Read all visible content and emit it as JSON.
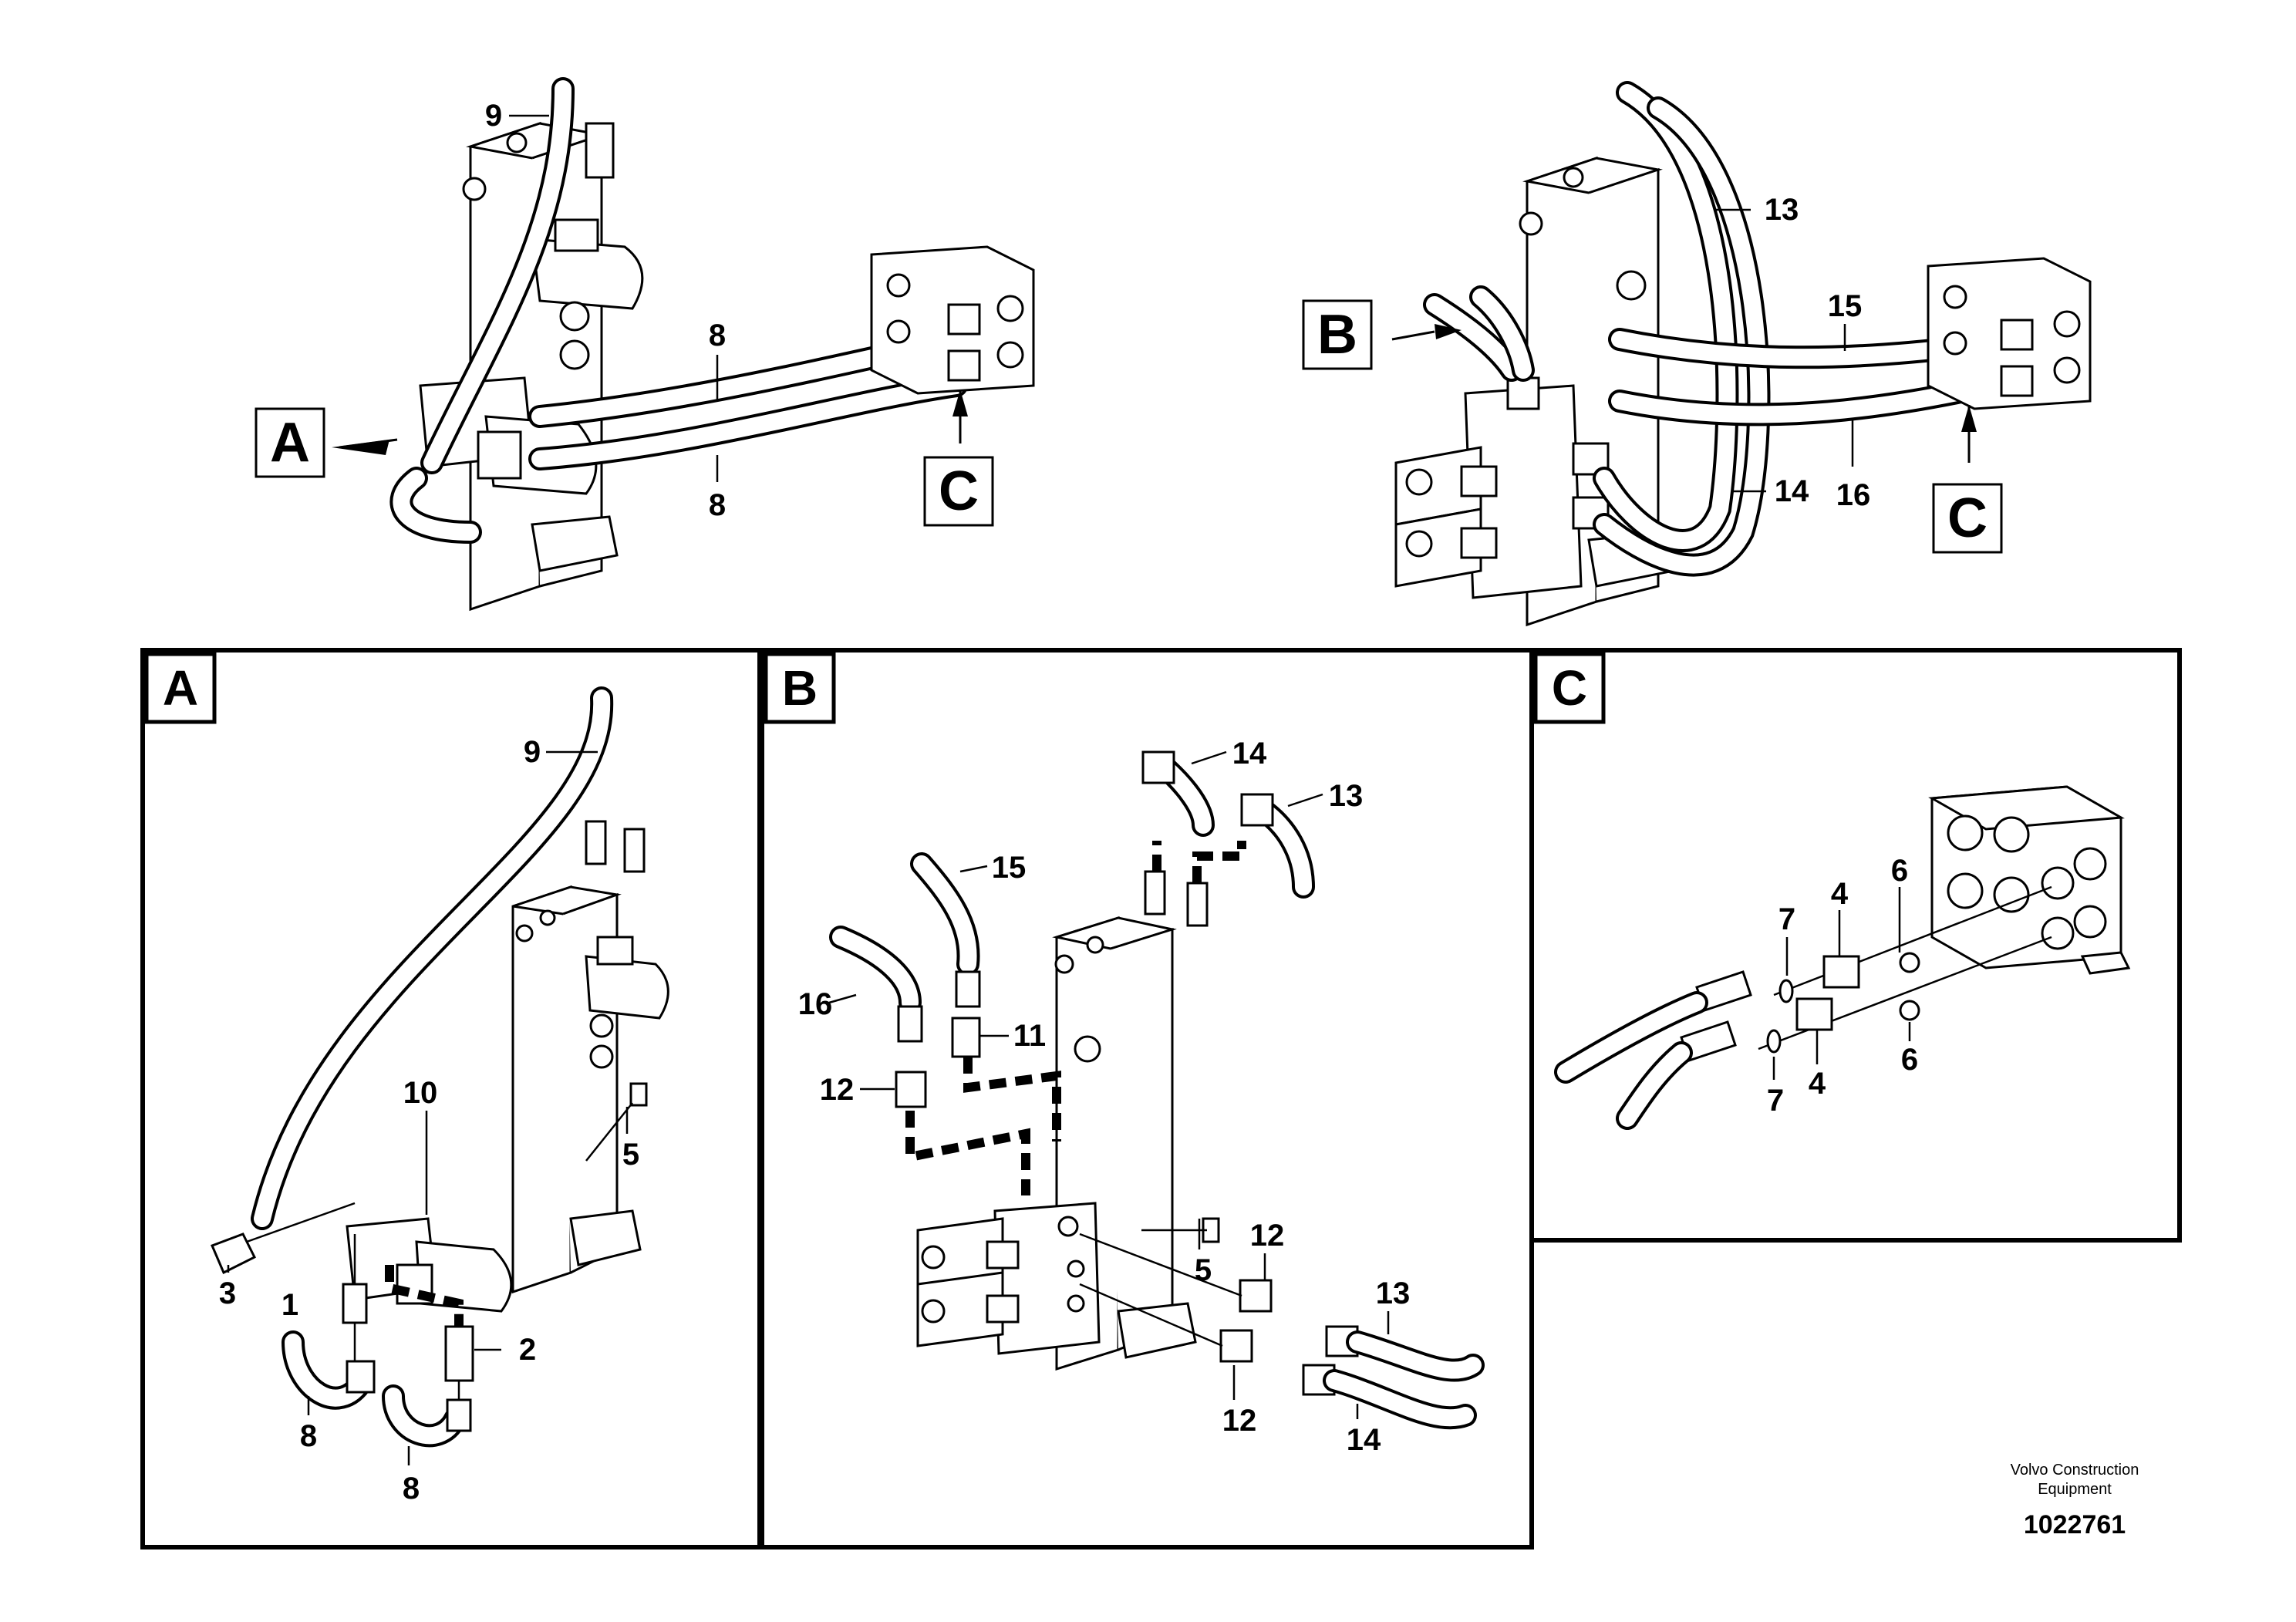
{
  "overview_left": {
    "labels": {
      "hose_9": "9",
      "hose_8_upper": "8",
      "hose_8_lower": "8"
    },
    "callout_a": "A",
    "callout_c": "C"
  },
  "overview_right": {
    "labels": {
      "hose_13": "13",
      "hose_15": "15",
      "hose_14": "14",
      "hose_16": "16"
    },
    "callout_b": "B",
    "callout_c": "C"
  },
  "detail_a": {
    "title": "A",
    "labels": {
      "p9": "9",
      "p10": "10",
      "p5": "5",
      "p3": "3",
      "p1": "1",
      "p2": "2",
      "p8a": "8",
      "p8b": "8"
    }
  },
  "detail_b": {
    "title": "B",
    "labels": {
      "p14_top": "14",
      "p13_top": "13",
      "p15": "15",
      "p16": "16",
      "p11": "11",
      "p12_left": "12",
      "p5": "5",
      "p12_mid": "12",
      "p13_bottom": "13",
      "p12_bottom": "12",
      "p14_bottom": "14"
    }
  },
  "detail_c": {
    "title": "C",
    "labels": {
      "p7_top": "7",
      "p4_top": "4",
      "p6_top": "6",
      "p7_bottom": "7",
      "p4_bottom": "4",
      "p6_bottom": "6"
    }
  },
  "footer": {
    "brand_line1": "Volvo Construction",
    "brand_line2": "Equipment",
    "drawing_number": "1022761"
  }
}
